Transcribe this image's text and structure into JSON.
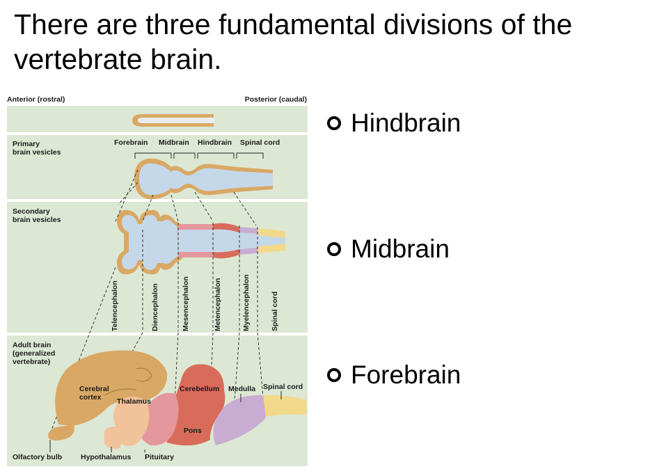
{
  "slide": {
    "title": "There are three fundamental divisions of the vertebrate brain."
  },
  "bullets": [
    {
      "label": "Hindbrain"
    },
    {
      "label": "Midbrain"
    },
    {
      "label": "Forebrain"
    }
  ],
  "diagram": {
    "axis": {
      "anterior": "Anterior (rostral)",
      "posterior": "Posterior (caudal)"
    },
    "rows": {
      "primary": [
        "Primary",
        "brain vesicles"
      ],
      "secondary": [
        "Secondary",
        "brain vesicles"
      ],
      "adult": [
        "Adult brain",
        "(generalized",
        "vertebrate)"
      ]
    },
    "primary_vesicles": [
      "Forebrain",
      "Midbrain",
      "Hindbrain",
      "Spinal cord"
    ],
    "secondary_vesicles": [
      "Telencephalon",
      "Diencephalon",
      "Mesencephalon",
      "Metencephalon",
      "Myelencephalon",
      "Spinal cord"
    ],
    "adult_parts": {
      "cerebral_cortex": [
        "Cerebral",
        "cortex"
      ],
      "thalamus": "Thalamus",
      "cerebellum": "Cerebellum",
      "medulla": "Medulla",
      "spinal_cord": "Spinal cord",
      "pons": "Pons",
      "olfactory_bulb": "Olfactory bulb",
      "hypothalamus": "Hypothalamus",
      "pituitary": "Pituitary"
    },
    "colors": {
      "panel": "#dce8d4",
      "tan": "#d9a865",
      "vesicle": "#c5d8ea",
      "pink": "#e4979c",
      "red": "#d96b5a",
      "lavender": "#c9acd2",
      "yellow": "#f2d98a"
    }
  }
}
